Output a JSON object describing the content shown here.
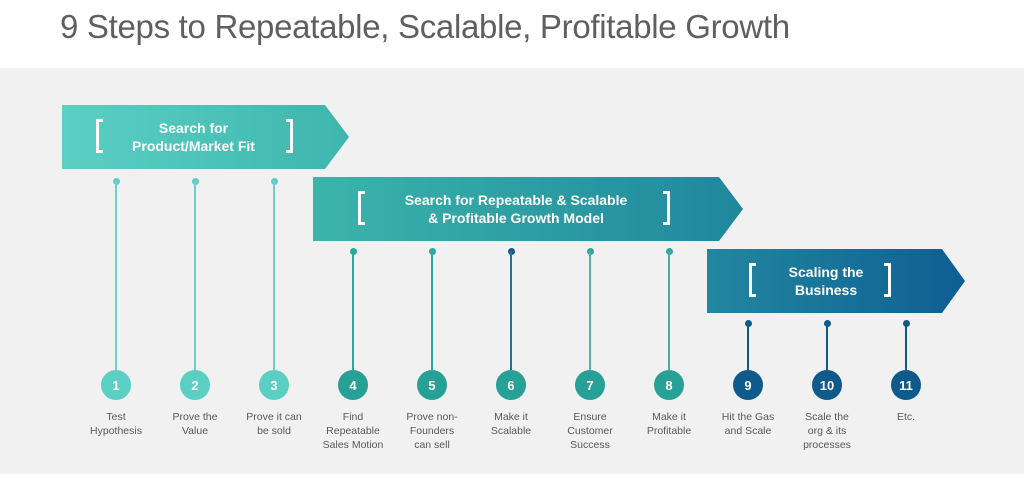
{
  "title": "9 Steps to Repeatable, Scalable, Profitable Growth",
  "colors": {
    "background": "#ffffff",
    "panel": "#f1f1f1",
    "title_text": "#5f5f5f",
    "label_text": "#595959",
    "phase1_start": "#5ccfc4",
    "phase1_end": "#3fb8b0",
    "phase2_start": "#3bb5ab",
    "phase2_end": "#1f8a9e",
    "phase3_start": "#2286a0",
    "phase3_end": "#0e5f93",
    "light_teal": "#5ccfc4",
    "mid_teal": "#2ea89c",
    "dark_blue": "#0e5a8a"
  },
  "phases": [
    {
      "id": "phase-1",
      "label_line1": "Search for",
      "label_line2": "Product/Market Fit"
    },
    {
      "id": "phase-2",
      "label_line1": "Search for Repeatable & Scalable",
      "label_line2": "& Profitable Growth Model"
    },
    {
      "id": "phase-3",
      "label_line1": "Scaling the",
      "label_line2": "Business"
    }
  ],
  "steps": [
    {
      "number": "1",
      "label": [
        "Test",
        "Hypothesis"
      ],
      "phase": 1
    },
    {
      "number": "2",
      "label": [
        "Prove the",
        "Value"
      ],
      "phase": 1
    },
    {
      "number": "3",
      "label": [
        "Prove it can",
        "be sold"
      ],
      "phase": 1
    },
    {
      "number": "4",
      "label": [
        "Find",
        "Repeatable",
        "Sales Motion"
      ],
      "phase": 2
    },
    {
      "number": "5",
      "label": [
        "Prove non-",
        "Founders",
        "can sell"
      ],
      "phase": 2
    },
    {
      "number": "6",
      "label": [
        "Make it",
        "Scalable"
      ],
      "phase": 2
    },
    {
      "number": "7",
      "label": [
        "Ensure",
        "Customer",
        "Success"
      ],
      "phase": 2
    },
    {
      "number": "8",
      "label": [
        "Make it",
        "Profitable"
      ],
      "phase": 2
    },
    {
      "number": "9",
      "label": [
        "Hit the Gas",
        "and Scale"
      ],
      "phase": 3
    },
    {
      "number": "10",
      "label": [
        "Scale the",
        "org & its",
        "processes"
      ],
      "phase": 3
    },
    {
      "number": "11",
      "label": [
        "Etc."
      ],
      "phase": 3
    }
  ]
}
